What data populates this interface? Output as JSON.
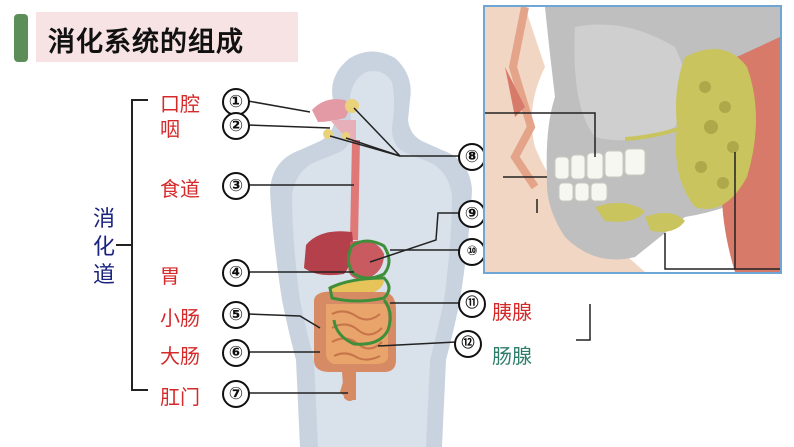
{
  "title": "消化系统的组成",
  "colors": {
    "accent": "#5b8e58",
    "title_bg": "#f7e3e3",
    "organ_text": "#d42a2a",
    "group_text": "#1a237e",
    "gland_teal": "#2e7d6b",
    "outline_green": "#3f8f3a"
  },
  "group_label": [
    "消",
    "化",
    "道"
  ],
  "organs": [
    {
      "name": "口腔",
      "num": "①"
    },
    {
      "name": "咽",
      "num": "②"
    },
    {
      "name": "食道",
      "num": "③"
    },
    {
      "name": "胃",
      "num": "④"
    },
    {
      "name": "小肠",
      "num": "⑤"
    },
    {
      "name": "大肠",
      "num": "⑥"
    },
    {
      "name": "肛门",
      "num": "⑦"
    }
  ],
  "markers": [
    "⑧",
    "⑨",
    "⑩",
    "⑪",
    "⑫"
  ],
  "glands": [
    {
      "name": "胰腺",
      "color": "#d42a2a"
    },
    {
      "name": "肠腺",
      "color": "#2e7d6b"
    }
  ]
}
